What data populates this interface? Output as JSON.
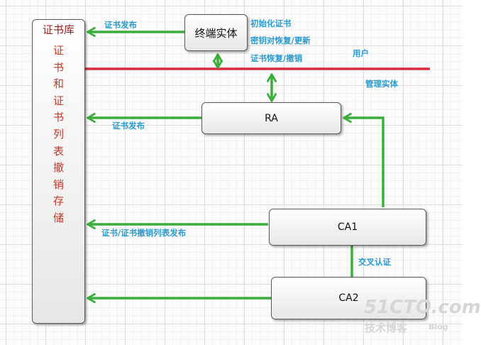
{
  "repository": {
    "title": "证书库",
    "vertical_text": "证书和证书列表撤销存储"
  },
  "entities": {
    "end_entity": "终端实体",
    "ra": "RA",
    "ca1": "CA1",
    "ca2": "CA2"
  },
  "labels": {
    "cert_publish_top": "证书发布",
    "init_cert": "初始化证书",
    "key_recovery_update": "密钥对恢复/更新",
    "cert_recovery_revoke": "证书恢复/撤销",
    "users": "用户",
    "management_entities": "管理实体",
    "cert_publish_ra": "证书发布",
    "cert_crl_publish": "证书/证书撤销列表发布",
    "cross_certification": "交叉认证"
  },
  "colors": {
    "arrow": "#3aae3a",
    "divider": "#d92b3a",
    "label": "#2a9bd1"
  },
  "watermark": {
    "main": "51CTO.com",
    "sub": "技术博客",
    "blog": "Blog"
  }
}
